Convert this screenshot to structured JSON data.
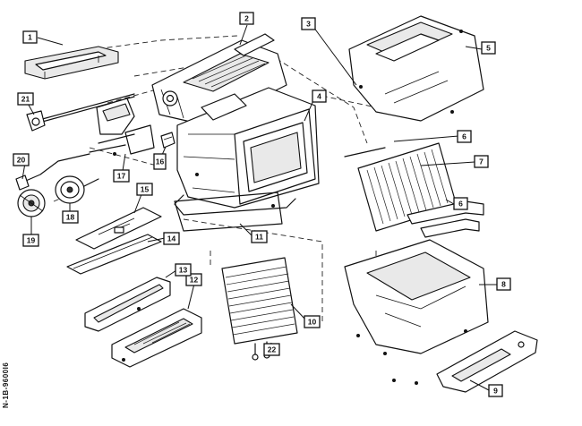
{
  "figure_code": "N-1B-9600I6",
  "callouts": [
    {
      "id": "c1",
      "label": "1"
    },
    {
      "id": "c2",
      "label": "2"
    },
    {
      "id": "c3",
      "label": "3"
    },
    {
      "id": "c4",
      "label": "4"
    },
    {
      "id": "c5",
      "label": "5"
    },
    {
      "id": "c6a",
      "label": "6"
    },
    {
      "id": "c6b",
      "label": "6"
    },
    {
      "id": "c7",
      "label": "7"
    },
    {
      "id": "c8",
      "label": "8"
    },
    {
      "id": "c9",
      "label": "9"
    },
    {
      "id": "c10",
      "label": "10"
    },
    {
      "id": "c11",
      "label": "11"
    },
    {
      "id": "c12",
      "label": "12"
    },
    {
      "id": "c13",
      "label": "13"
    },
    {
      "id": "c14",
      "label": "14"
    },
    {
      "id": "c15",
      "label": "15"
    },
    {
      "id": "c16",
      "label": "16"
    },
    {
      "id": "c17",
      "label": "17"
    },
    {
      "id": "c18",
      "label": "18"
    },
    {
      "id": "c19",
      "label": "19"
    },
    {
      "id": "c20",
      "label": "20"
    },
    {
      "id": "c21",
      "label": "21"
    },
    {
      "id": "c22",
      "label": "22"
    }
  ]
}
